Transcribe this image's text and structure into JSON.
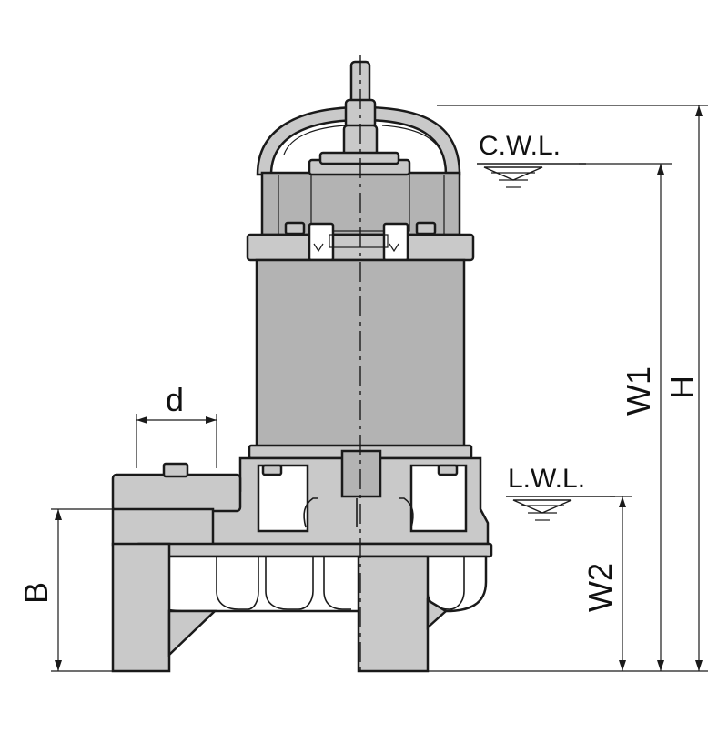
{
  "diagram": {
    "labels": {
      "cwl": "C.W.L.",
      "lwl": "L.W.L.",
      "d": "d",
      "b": "B",
      "w1": "W1",
      "w2": "W2",
      "h": "H"
    },
    "colors": {
      "body": "#b3b3b3",
      "light": "#c9c9c9",
      "line": "#1a1a1a"
    }
  }
}
